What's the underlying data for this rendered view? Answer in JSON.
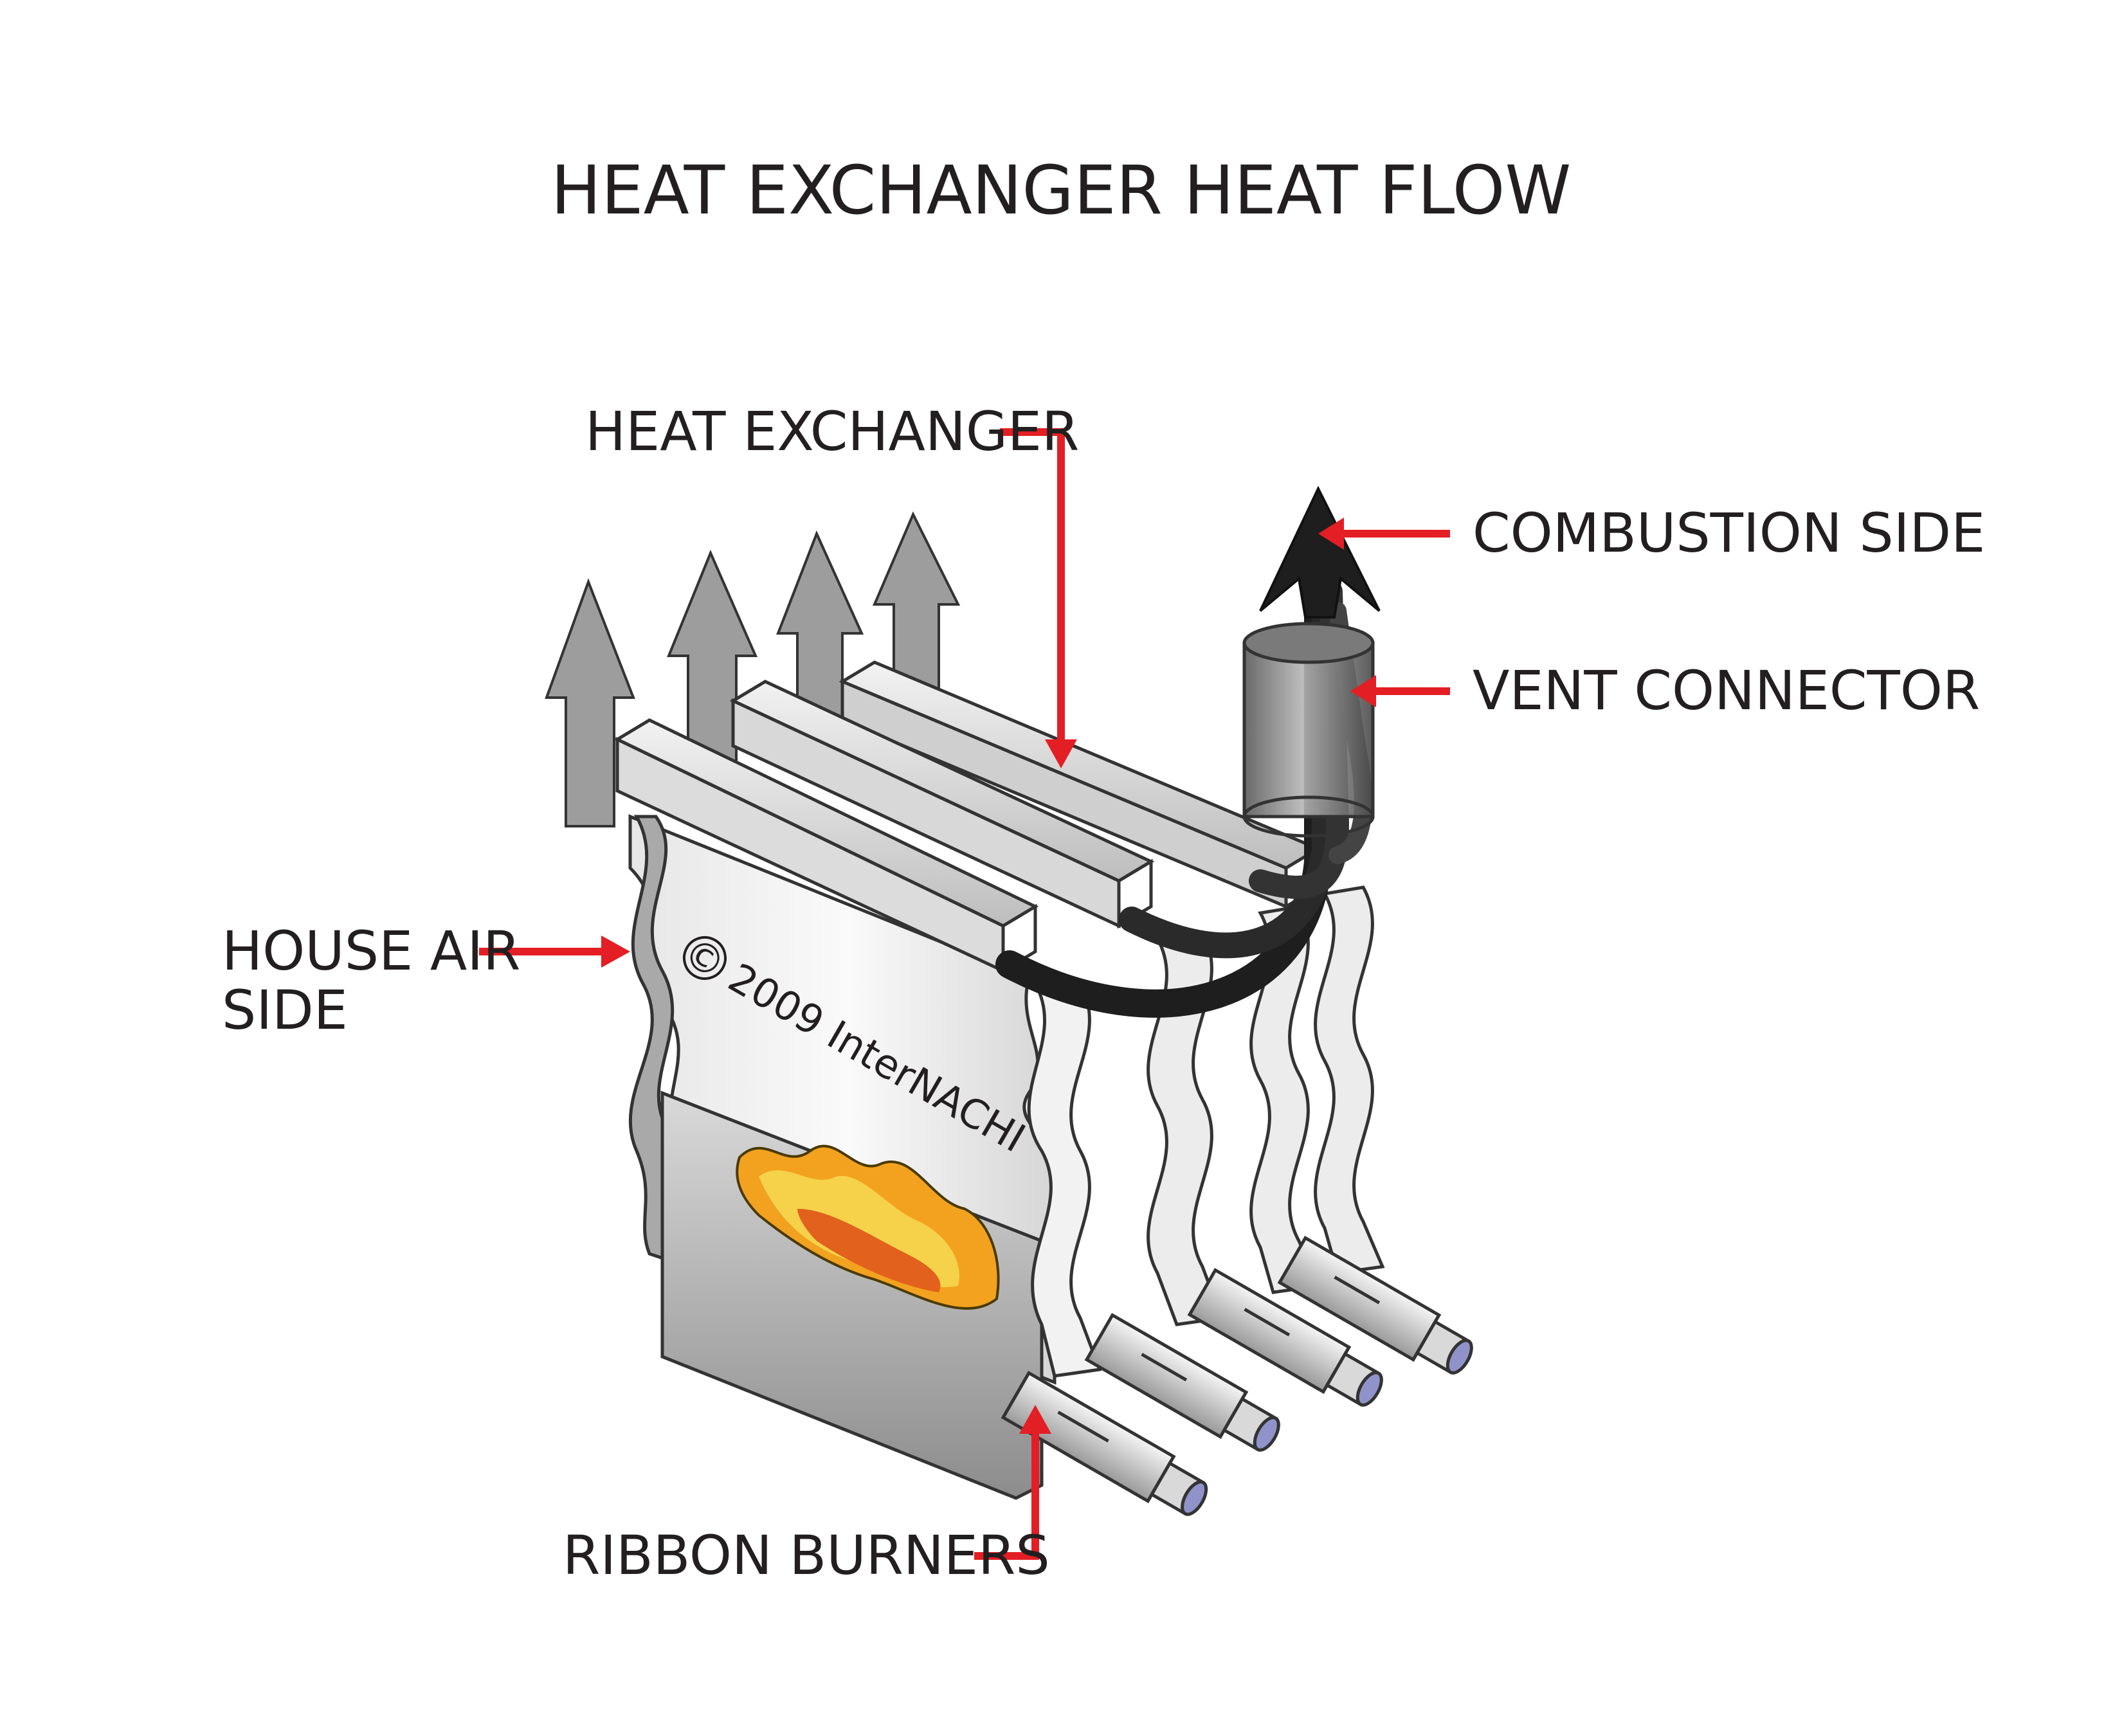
{
  "title": "HEAT EXCHANGER HEAT FLOW",
  "labels": {
    "heat_exchanger": "HEAT EXCHANGER",
    "combustion_side": "COMBUSTION SIDE",
    "vent_connector": "VENT CONNECTOR",
    "house_air_line1": "HOUSE AIR",
    "house_air_line2": "SIDE",
    "ribbon_burners": "RIBBON BURNERS"
  },
  "watermark": {
    "symbol": "©",
    "text": "2009 InterNACHI"
  },
  "colors": {
    "callout_line": "#e31e24",
    "text": "#231f20",
    "house_air_arrow": "#9d9d9d",
    "combustion_flow": "#1e1e1e",
    "burner_tip": "#8f93c9",
    "flame": "#f2a21f"
  }
}
